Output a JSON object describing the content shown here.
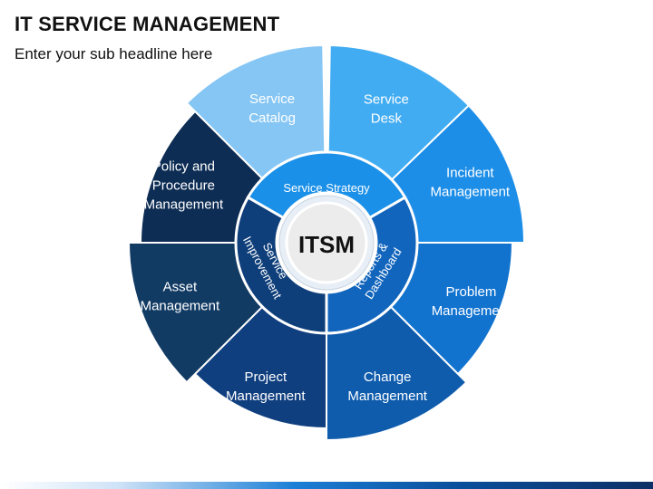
{
  "header": {
    "title": "IT SERVICE MANAGEMENT",
    "subtitle": "Enter your sub headline here"
  },
  "wheel": {
    "center_label": "ITSM",
    "segments": [
      {
        "id": "service-catalog",
        "lines": [
          "Service",
          "Catalog"
        ],
        "color": "#86c6f4"
      },
      {
        "id": "service-desk",
        "lines": [
          "Service",
          "Desk"
        ],
        "color": "#42acf2"
      },
      {
        "id": "incident-management",
        "lines": [
          "Incident",
          "Management"
        ],
        "color": "#1d8ee8"
      },
      {
        "id": "problem-management",
        "lines": [
          "Problem",
          "Management"
        ],
        "color": "#1273cf"
      },
      {
        "id": "change-management",
        "lines": [
          "Change",
          "Management"
        ],
        "color": "#0f5cad"
      },
      {
        "id": "project-management",
        "lines": [
          "Project",
          "Management"
        ],
        "color": "#103f80"
      },
      {
        "id": "asset-management",
        "lines": [
          "Asset",
          "Management"
        ],
        "color": "#123b64"
      },
      {
        "id": "policy-and-procedure-management",
        "lines": [
          "Policy and",
          "Procedure",
          "Management"
        ],
        "color": "#0e2d54"
      }
    ],
    "inner": [
      {
        "id": "service-strategy",
        "label": "Service Strategy",
        "color": "#1b90e8"
      },
      {
        "id": "reports-dashboard",
        "label": "Reports & Dashboard",
        "lines": [
          "Reports &",
          "Dashboard"
        ],
        "color": "#1265bd"
      },
      {
        "id": "service-improvement",
        "label": "Service Improvement",
        "lines": [
          "Service",
          "Improvement"
        ],
        "color": "#0f3f7a"
      }
    ]
  }
}
